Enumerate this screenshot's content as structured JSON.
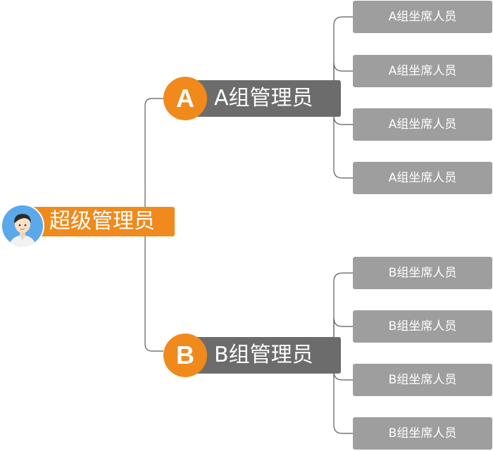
{
  "root": {
    "label": "超级管理员",
    "avatar_icon": "person-avatar-icon"
  },
  "managers": [
    {
      "badge": "A",
      "label": "A组管理员"
    },
    {
      "badge": "B",
      "label": "B组管理员"
    }
  ],
  "group_a_seats": [
    "A组坐席人员",
    "A组坐席人员",
    "A组坐席人员",
    "A组坐席人员"
  ],
  "group_b_seats": [
    "B组坐席人员",
    "B组坐席人员",
    "B组坐席人员",
    "B组坐席人员"
  ],
  "colors": {
    "accent": "#f08a1c",
    "manager_bg": "#6c6c6c",
    "seat_bg": "#9e9e9e",
    "line": "#5a5a5a"
  }
}
